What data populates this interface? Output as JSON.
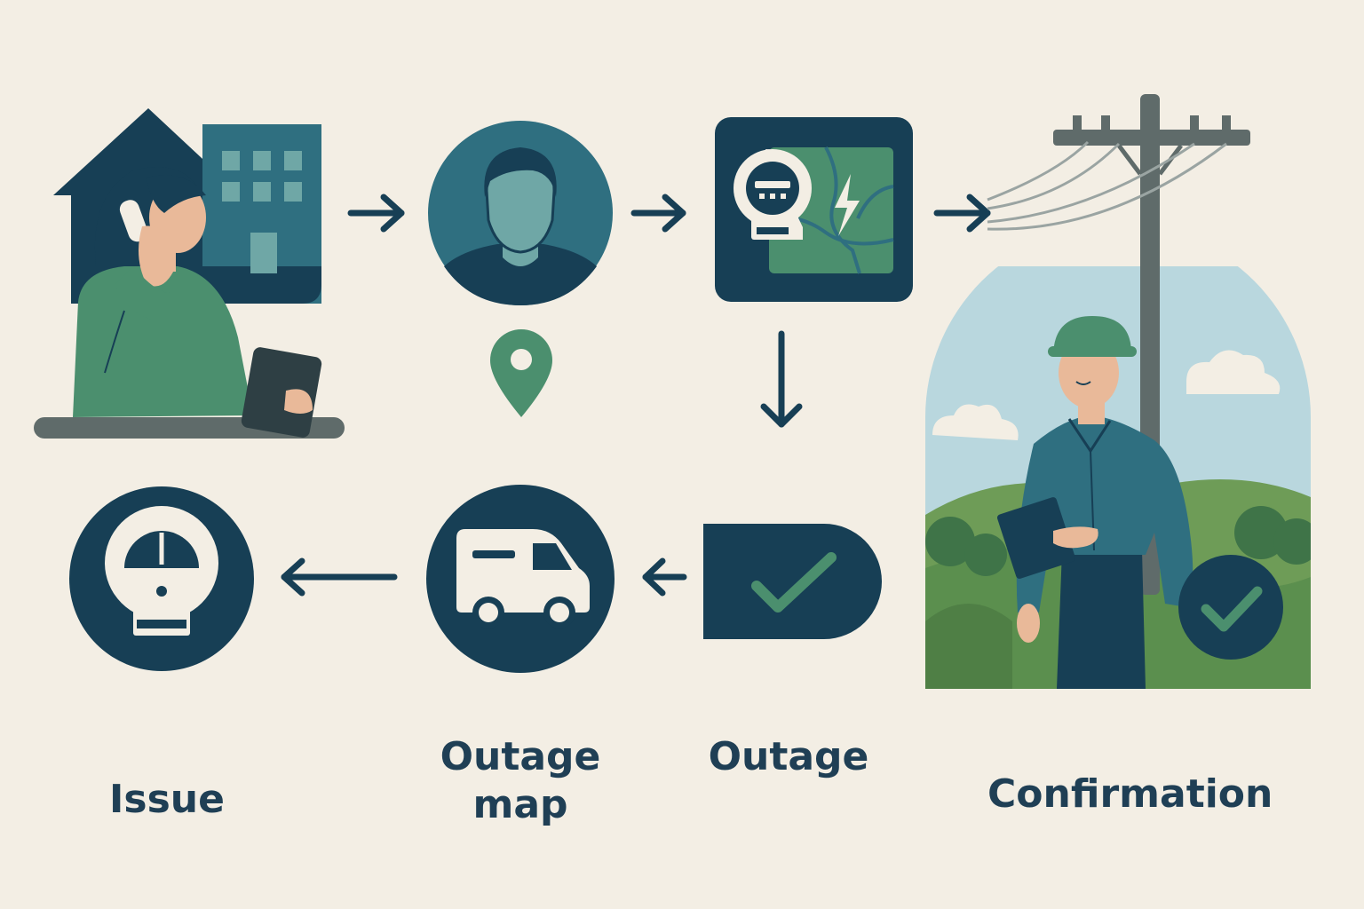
{
  "colors": {
    "background": "#f3eee4",
    "navy": "#173f55",
    "teal": "#2f6f80",
    "green": "#4b8f6e",
    "light_teal": "#6fa7a6",
    "skin": "#e9b999",
    "sky": "#b9d7de",
    "grass": "#5b8f4e"
  },
  "labels": {
    "issue": "Issue",
    "outage_map_line1": "Outage",
    "outage_map_line2": "map",
    "outage": "Outage",
    "confirmation": "Confirmation"
  },
  "icons": [
    "customer-calling-icon",
    "agent-avatar-icon",
    "location-pin-icon",
    "meter-outage-map-icon",
    "utility-pole-icon",
    "field-technician-icon",
    "meter-icon",
    "service-van-icon",
    "checkmark-card-icon",
    "checkmark-badge-icon"
  ]
}
